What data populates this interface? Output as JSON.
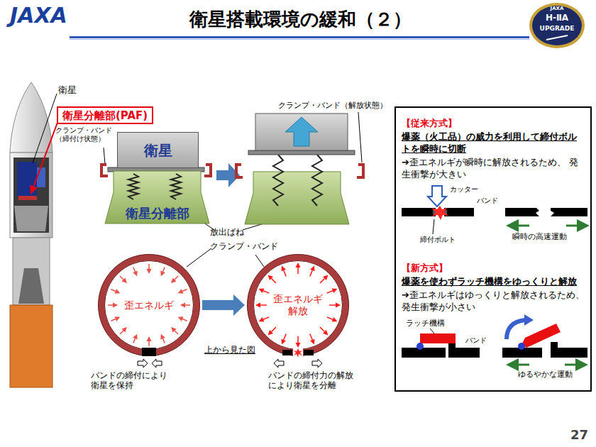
{
  "diagram": {
    "title": "衛星搭載環境の緩和（２）",
    "nodes": [
      {
        "text": [
          "衛星分離部(PAF)"
        ]
      },
      {
        "text": [
          "衛星"
        ]
      },
      {
        "text": [
          "衛星分離部"
        ]
      },
      {
        "text": [
          "歪エネルギ"
        ]
      },
      {
        "text": [
          "歪エネルギ 解放"
        ]
      },
      {
        "text": [
          "【従来方式】",
          "爆薬（火工品）の威力を利用して締付ボルトを瞬時に切断",
          "➔歪エネルギが瞬時に解放されるため、 発生衝撃が大きい",
          "【新方式】",
          "爆薬を使わずラッチ機構をゆっくりと解放",
          "➔歪エネルギはゆっくりと解放されるため、 発生衝撃が小さい"
        ]
      }
    ],
    "edges": [
      {
        "from": 3,
        "to": 4,
        "arrow": "to"
      }
    ],
    "labels": [
      "JAXA",
      "JAXA",
      "H-ⅡA",
      "UPGRADE",
      "衛星",
      "クランプ・バンド （締付け状態）",
      "クランプ・バンド（解放状態）",
      "放出ばね",
      "クランプ・バンド",
      "上から見た図",
      "バンドの締付により 衛星を保持",
      "バンドの締付力の解放 により衛星を分離",
      "カッター",
      "バンド",
      "締付ボルト",
      "瞬時の高速運動",
      "ラッチ機構",
      "バンド",
      "ゆるやかな運動",
      "27"
    ]
  }
}
